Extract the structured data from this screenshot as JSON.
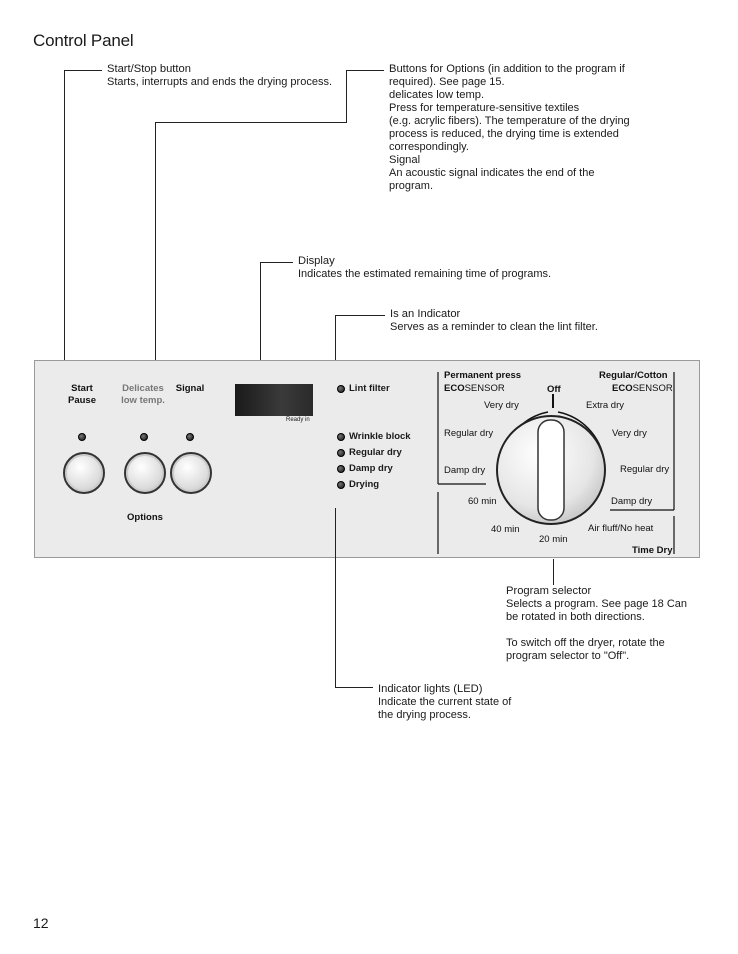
{
  "page": {
    "title": "Control Panel",
    "page_number": "12"
  },
  "callouts": {
    "start_stop": {
      "title": "Start/Stop button",
      "text": "Starts, interrupts and ends the drying process."
    },
    "options": {
      "title": "Buttons for Options",
      "title_note": "(in addition to the program if",
      "note_line2": "required). See page 15.",
      "delicates_title": "delicates low temp.",
      "delicates_lines": [
        "Press for temperature-sensitive textiles",
        "(e.g. acrylic fibers). The temperature of the drying",
        "process is reduced, the drying time is extended",
        "correspondingly."
      ],
      "signal_title": "Signal",
      "signal_lines": [
        "An acoustic signal indicates the end of the",
        "program."
      ]
    },
    "display": {
      "title": "Display",
      "text": "Indicates the estimated remaining time of programs."
    },
    "indicator": {
      "title": "Is an Indicator",
      "text": "Serves as a reminder to clean the lint filter."
    },
    "program_selector": {
      "title": "Program selector",
      "lines": [
        "Selects a program. See page 18 Can",
        "be rotated in both directions."
      ],
      "lines2": [
        "To switch off the dryer, rotate the",
        "program selector to \"Off\"."
      ]
    },
    "led": {
      "title": "Indicator lights (LED)",
      "lines": [
        "Indicate the current state of",
        "the drying process."
      ]
    }
  },
  "panel": {
    "start_label": [
      "Start",
      "Pause"
    ],
    "delicates_label": [
      "Delicates",
      "low temp."
    ],
    "signal_label": "Signal",
    "options_label": "Options",
    "display_caption": "Ready in",
    "lint_filter": "Lint filter",
    "indicators": [
      "Wrinkle block",
      "Regular dry",
      "Damp dry",
      "Drying"
    ],
    "dial": {
      "left_header": "Permanent press",
      "left_sub_bold": "ECO",
      "left_sub_rest": "SENSOR",
      "right_header": "Regular/Cotton",
      "right_sub_bold": "ECO",
      "right_sub_rest": "SENSOR",
      "off": "Off",
      "very_dry_left": "Very dry",
      "extra_dry": "Extra dry",
      "regular_dry_left": "Regular dry",
      "very_dry_right": "Very dry",
      "damp_dry_left": "Damp dry",
      "regular_dry_right": "Regular dry",
      "min60": "60 min",
      "damp_dry_right": "Damp dry",
      "min40": "40 min",
      "air_fluff": "Air fluff/No heat",
      "min20": "20 min",
      "time_dry": "Time Dry"
    }
  }
}
